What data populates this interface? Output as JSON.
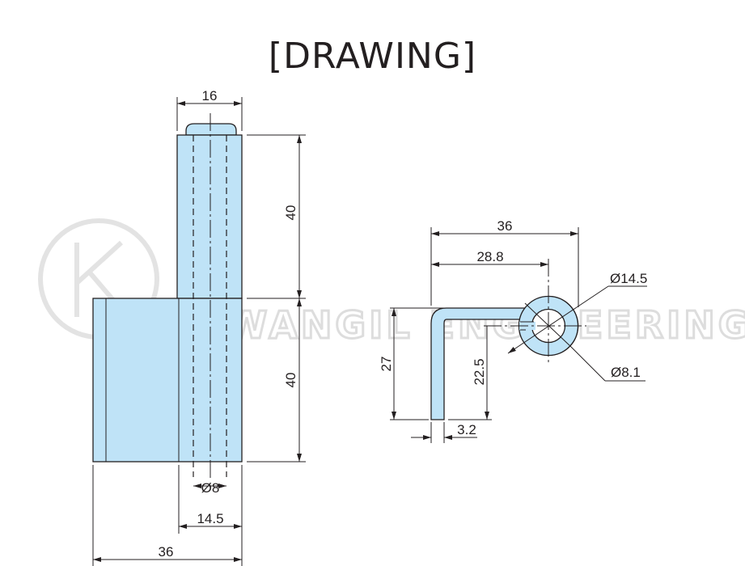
{
  "title": "[DRAWING]",
  "watermark": {
    "brand": "KWANGIL ENGINEERING",
    "logo_letter": "K"
  },
  "front_view": {
    "dimensions": {
      "pin_width": "16",
      "pin_height": "40",
      "body_height": "40",
      "bore_diameter": "Ø8",
      "bore_width": "14.5",
      "total_width": "36"
    }
  },
  "side_view": {
    "dimensions": {
      "total_width": "36",
      "center_offset": "28.8",
      "outer_diameter": "Ø14.5",
      "inner_diameter": "Ø8.1",
      "height": "27",
      "center_height": "22.5",
      "thickness": "3.2"
    }
  },
  "colors": {
    "part_fill": "#bfe3f7",
    "line": "#231f20"
  }
}
